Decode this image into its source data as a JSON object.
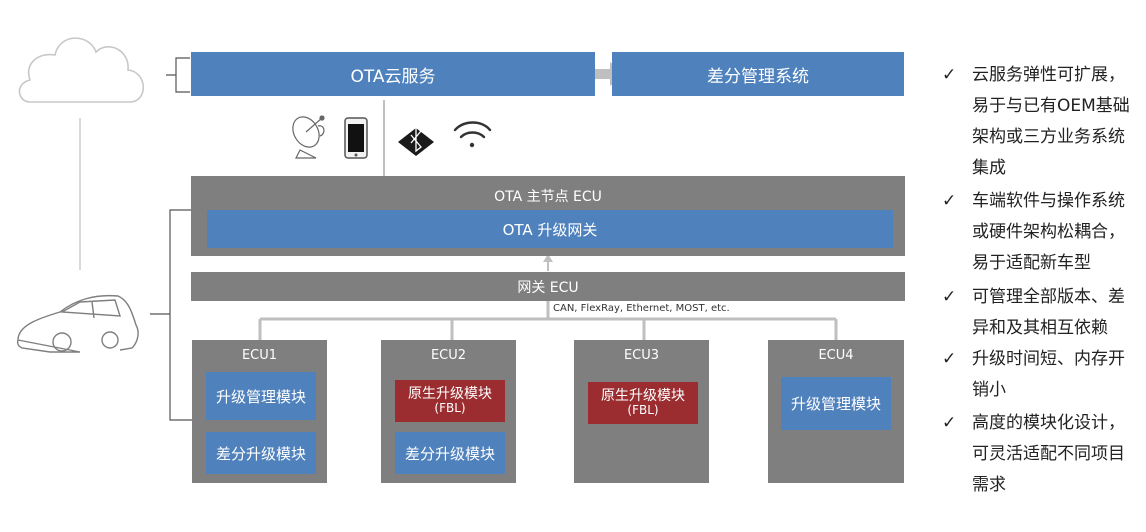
{
  "cloud": {
    "ota_service": "OTA云服务",
    "diff_mgmt": "差分管理系统"
  },
  "master": {
    "title": "OTA 主节点 ECU",
    "gateway": "OTA 升级网关"
  },
  "gateway_ecu": {
    "title": "网关 ECU",
    "bus": "CAN, FlexRay, Ethernet, MOST, etc."
  },
  "ecus": [
    {
      "name": "ECU1",
      "mod1": "升级管理模块",
      "mod2": "差分升级模块"
    },
    {
      "name": "ECU2",
      "mod1_line1": "原生升级模块",
      "mod1_line2": "(FBL)",
      "mod2": "差分升级模块"
    },
    {
      "name": "ECU3",
      "mod1_line1": "原生升级模块",
      "mod1_line2": "(FBL)"
    },
    {
      "name": "ECU4",
      "mod1": "升级管理模块"
    }
  ],
  "benefits": [
    {
      "check": "✓",
      "lines": [
        "云服务弹性可扩展，",
        "易于与已有OEM基础",
        "架构或三方业务系统",
        "集成"
      ]
    },
    {
      "check": "✓",
      "lines": [
        "车端软件与操作系统",
        "或硬件架构松耦合，",
        "易于适配新车型"
      ]
    },
    {
      "check": "✓",
      "lines": [
        "可管理全部版本、差",
        "异和及其相互依赖"
      ]
    },
    {
      "check": "✓",
      "lines": [
        "升级时间短、内存开",
        "销小"
      ]
    },
    {
      "check": "✓",
      "lines": [
        "高度的模块化设计，",
        "可灵活适配不同项目",
        "需求"
      ]
    }
  ],
  "icons": [
    "cloud-icon",
    "car-icon",
    "satellite-icon",
    "smartphone-icon",
    "bluetooth-icon",
    "wifi-icon"
  ],
  "colors": {
    "blue": "#4f81bd",
    "gray": "#7f7f7f",
    "red": "#9b2d30",
    "connector": "#bfbfbf"
  }
}
